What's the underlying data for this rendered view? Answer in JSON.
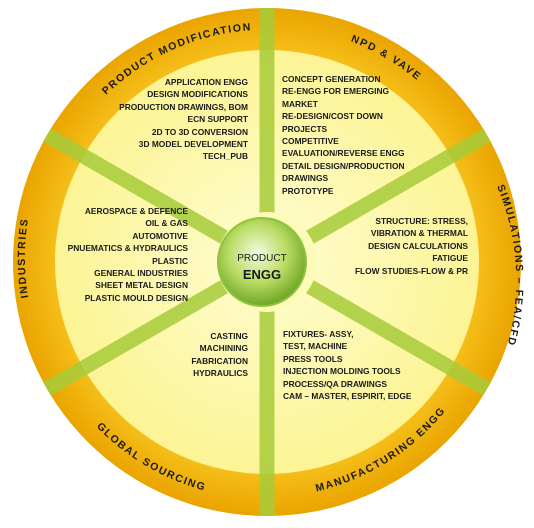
{
  "hub": {
    "line1": "PRODUCT",
    "line2": "ENGG"
  },
  "ring_labels": {
    "product_modification": "PRODUCT MODIFICATION",
    "npd_vave": "NPD & VAVE",
    "simulations": "SIMULATIONS – FEA/CFD",
    "manufacturing": "MANUFACTURING ENGG",
    "global_sourcing": "GLOBAL SOURCING",
    "industries": "INDUSTRIES"
  },
  "segments": {
    "product_modification": [
      "APPLICATION ENGG",
      "DESIGN MODIFICATIONS",
      "PRODUCTION DRAWINGS, BOM",
      "ECN SUPPORT",
      "2D TO 3D CONVERSION",
      "3D MODEL DEVELOPMENT",
      "TECH_PUB"
    ],
    "npd_vave": [
      "CONCEPT GENERATION",
      "RE-ENGG FOR EMERGING",
      "MARKET",
      "RE-DESIGN/COST DOWN",
      "PROJECTS",
      "COMPETITIVE",
      "EVALUATION/REVERSE ENGG",
      "DETAIL DESIGN/PRODUCTION",
      "DRAWINGS",
      "PROTOTYPE"
    ],
    "simulations": [
      "STRUCTURE: STRESS,",
      "VIBRATION & THERMAL",
      "DESIGN CALCULATIONS",
      "FATIGUE",
      "FLOW STUDIES-FLOW & PR"
    ],
    "industries": [
      "AEROSPACE & DEFENCE",
      "OIL & GAS",
      "AUTOMOTIVE",
      "PNUEMATICS & HYDRAULICS",
      "PLASTIC",
      "GENERAL INDUSTRIES",
      "SHEET METAL DESIGN",
      "PLASTIC MOULD DESIGN"
    ],
    "global_sourcing": [
      "CASTING",
      "MACHINING",
      "FABRICATION",
      "HYDRAULICS"
    ],
    "manufacturing": [
      "FIXTURES- ASSY,",
      "TEST, MACHINE",
      "PRESS TOOLS",
      "INJECTION MOLDING TOOLS",
      "PROCESS/QA DRAWINGS",
      "CAM – MASTER, ESPIRIT, EDGE"
    ]
  },
  "colors": {
    "outer_ring": "#f5b700",
    "inner_disc": "#fdfaa8",
    "spokes": "#a7cc3a",
    "hub": "#8cc63f",
    "text": "#1a1a1a"
  }
}
